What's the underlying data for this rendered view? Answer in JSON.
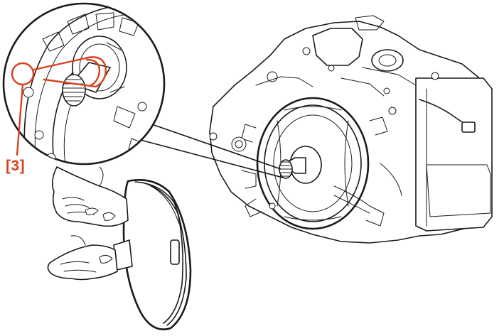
{
  "callout": {
    "label": "[3]"
  },
  "colors": {
    "highlight": "#d9411e",
    "linework": "#1a1a1a",
    "background": "#ffffff"
  },
  "parts": {
    "gearbox": "transmission-housing",
    "detail": "input-shaft-seal-magnified-view",
    "tool": "clutch-disc-in-hands"
  }
}
